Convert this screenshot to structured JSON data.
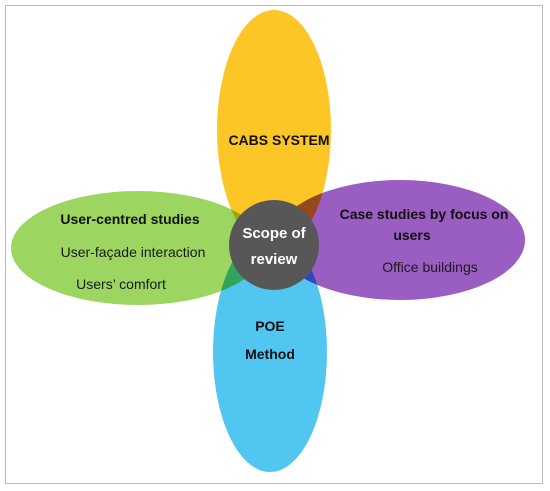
{
  "center": {
    "line1": "Scope of",
    "line2": "review",
    "color": "#575757"
  },
  "petals": {
    "top": {
      "color": "#fcc00e",
      "title": "CABS SYSTEM"
    },
    "right": {
      "color": "#8f4bbb",
      "title_line1": "Case studies by focus on",
      "title_line2": "users",
      "item1": "Office buildings"
    },
    "left": {
      "color": "#92d050",
      "title": "User-centred studies",
      "item1": "User-façade interaction",
      "item2": "Users’ comfort"
    },
    "bottom": {
      "color": "#3ec0ef",
      "title_line1": "POE",
      "title_line2": "Method"
    }
  }
}
